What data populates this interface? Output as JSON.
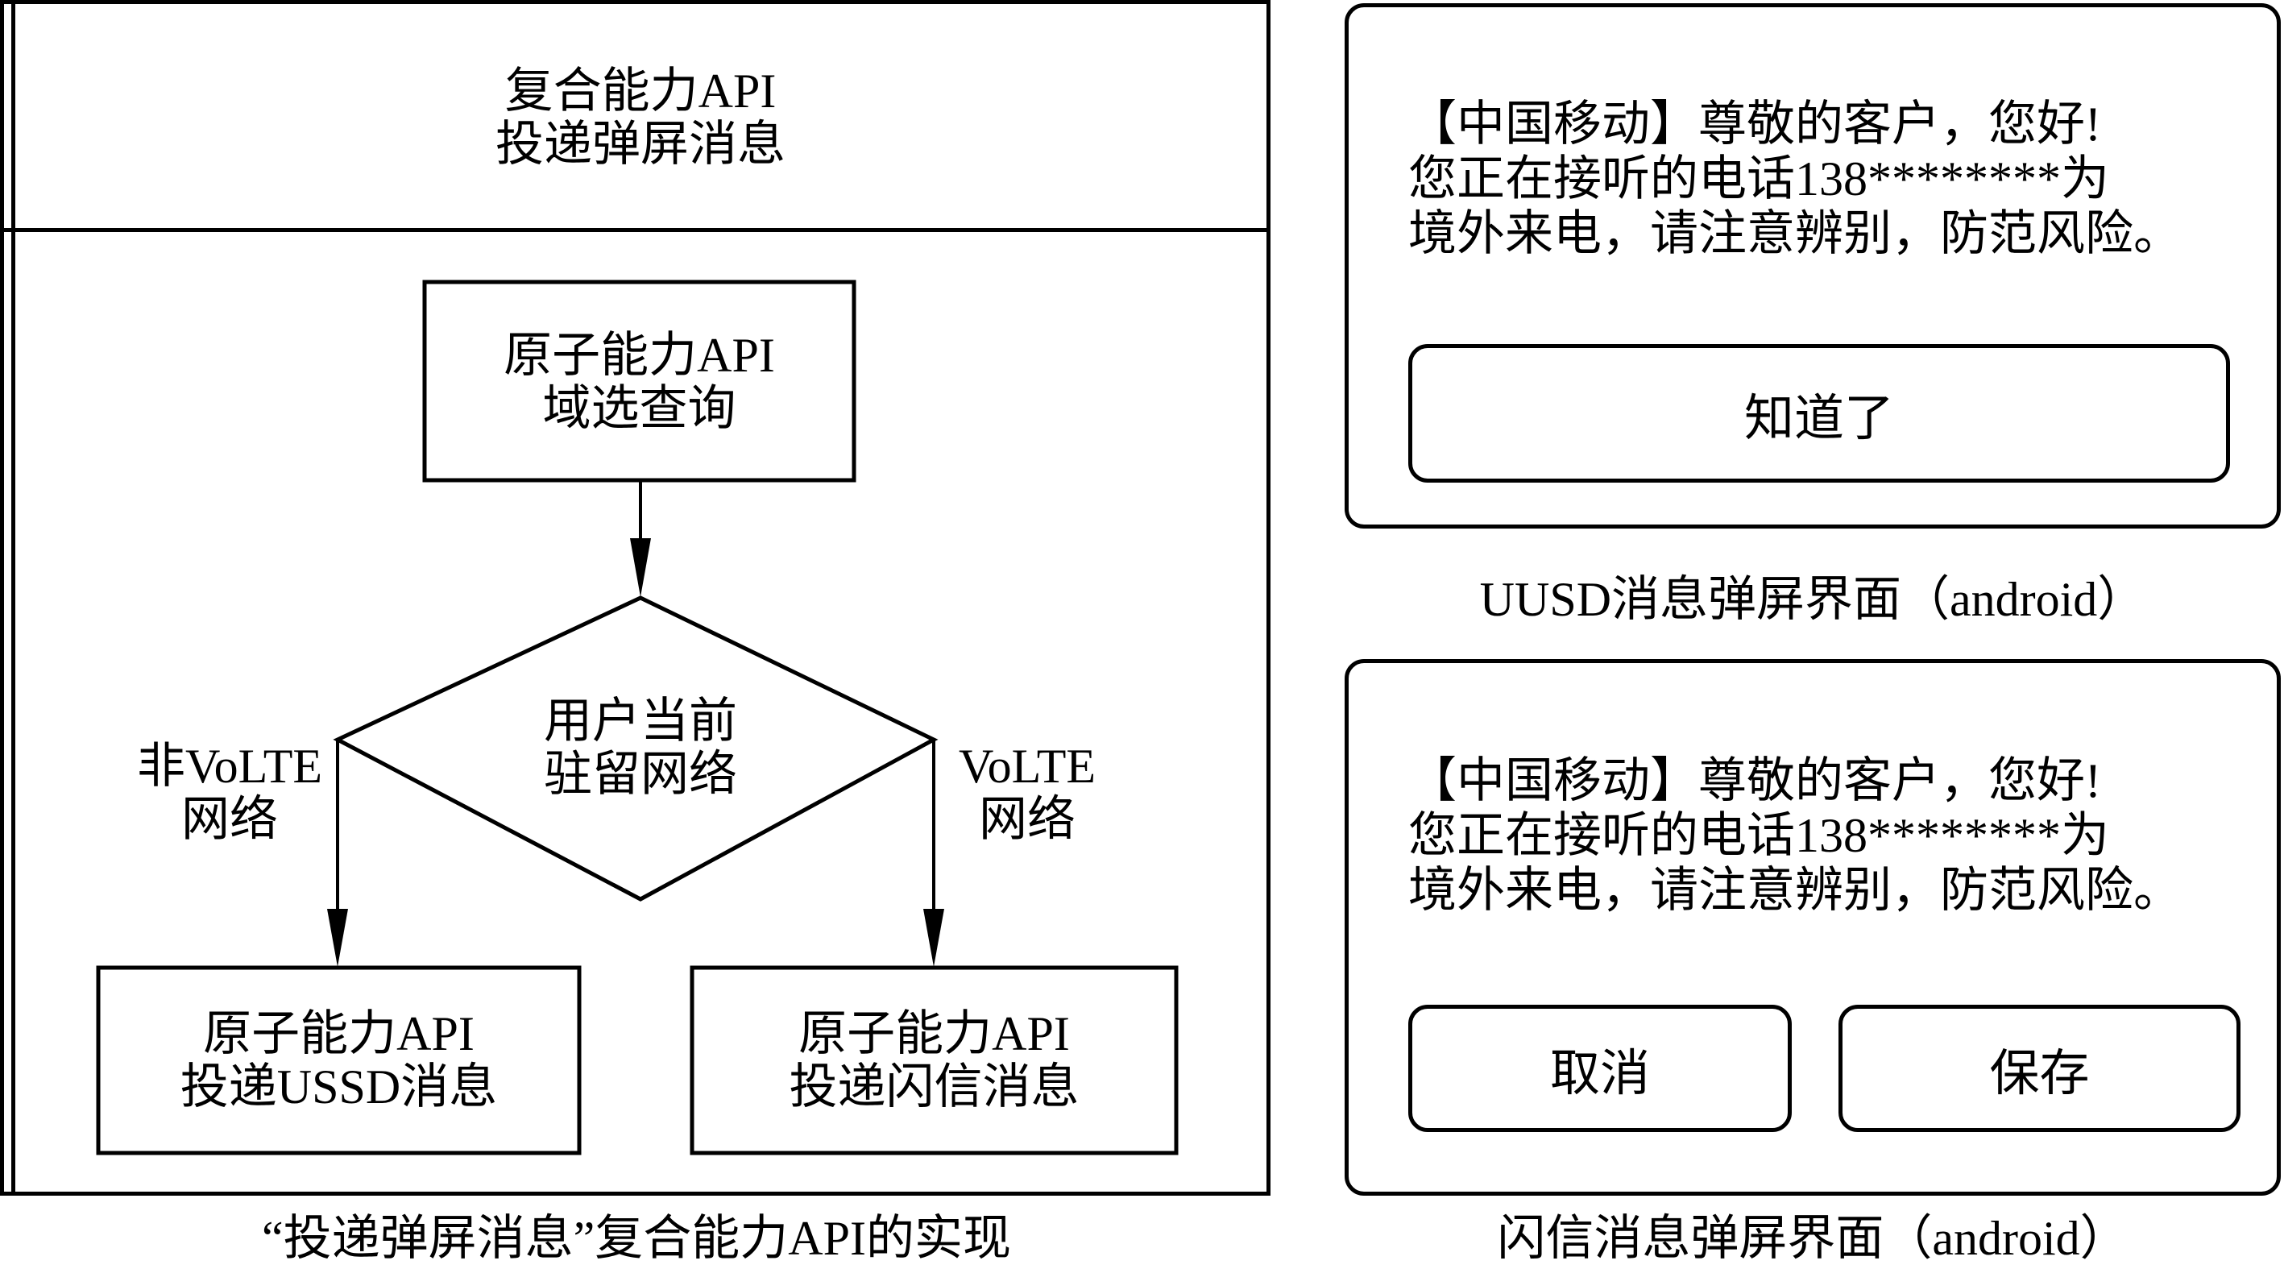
{
  "left_figure": {
    "header": {
      "line1": "复合能力API",
      "line2": "投递弹屏消息"
    },
    "nodes": {
      "domain_query": {
        "line1": "原子能力API",
        "line2": "域选查询"
      },
      "decision": {
        "line1": "用户当前",
        "line2": "驻留网络"
      },
      "ussd_delivery": {
        "line1": "原子能力API",
        "line2": "投递USSD消息"
      },
      "flash_delivery": {
        "line1": "原子能力API",
        "line2": "投递闪信消息"
      }
    },
    "edges": {
      "non_volte": {
        "line1": "非VoLTE",
        "line2": "网络"
      },
      "volte": {
        "line1": "VoLTE",
        "line2": "网络"
      }
    },
    "caption": "“投递弹屏消息”复合能力API的实现"
  },
  "ussd_popup": {
    "message": {
      "line1": "【中国移动】尊敬的客户，您好!",
      "line2": "您正在接听的电话138********为",
      "line3": "境外来电，请注意辨别，防范风险。"
    },
    "button_ok": "知道了",
    "caption": "UUSD消息弹屏界面（android）"
  },
  "flash_popup": {
    "message": {
      "line1": "【中国移动】尊敬的客户，您好!",
      "line2": "您正在接听的电话138********为",
      "line3": "境外来电，请注意辨别，防范风险。"
    },
    "button_cancel": "取消",
    "button_save": "保存",
    "caption": "闪信消息弹屏界面（android）"
  }
}
